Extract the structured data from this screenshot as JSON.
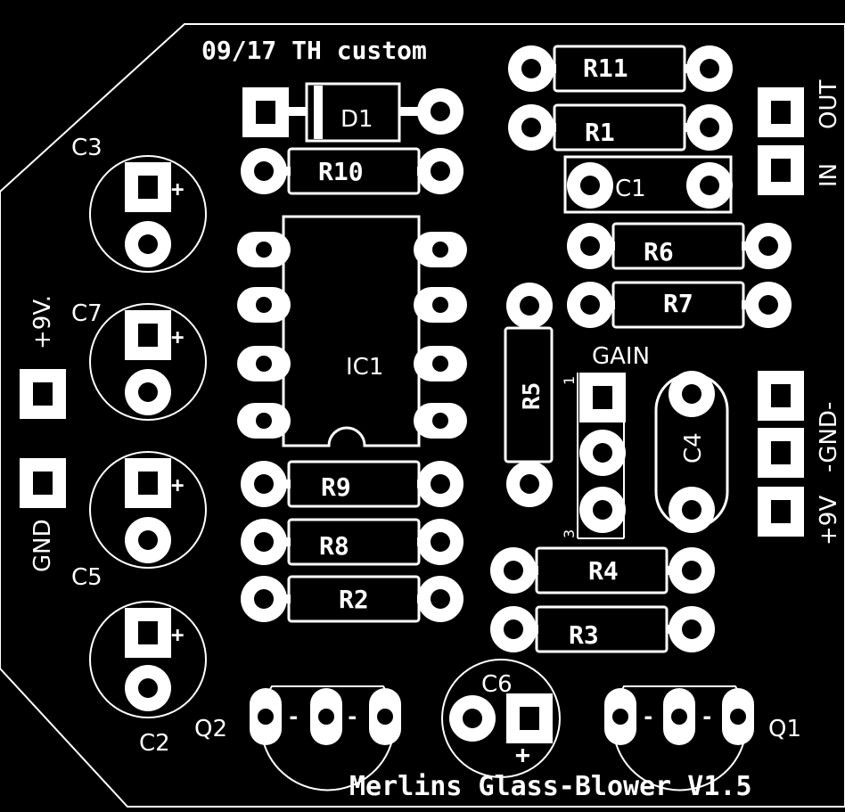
{
  "board": {
    "date_label": "09/17 TH custom",
    "title": "Merlins Glass-Blower V1.5",
    "colors": {
      "background": "#000000",
      "silk": "#ffffff"
    }
  },
  "resistors": [
    "R11",
    "R1",
    "R10",
    "R6",
    "R7",
    "R5",
    "R9",
    "R8",
    "R2",
    "R4",
    "R3"
  ],
  "diode": "D1",
  "ic": "IC1",
  "capacitors": {
    "electrolytic": [
      "C3",
      "C7",
      "C5",
      "C2",
      "C6"
    ],
    "film": [
      "C1",
      "C4"
    ],
    "polarity_mark": "+"
  },
  "transistors": [
    "Q2",
    "Q1"
  ],
  "transistor_pin_mark": "-",
  "pot": {
    "label": "GAIN",
    "pin_first": "1",
    "pin_last": "3"
  },
  "connectors": {
    "out": "OUT",
    "in": "IN",
    "gnd_right": "-GND-",
    "v9_right": "+9V",
    "v9_left": "+9V.",
    "gnd_left": "GND"
  }
}
